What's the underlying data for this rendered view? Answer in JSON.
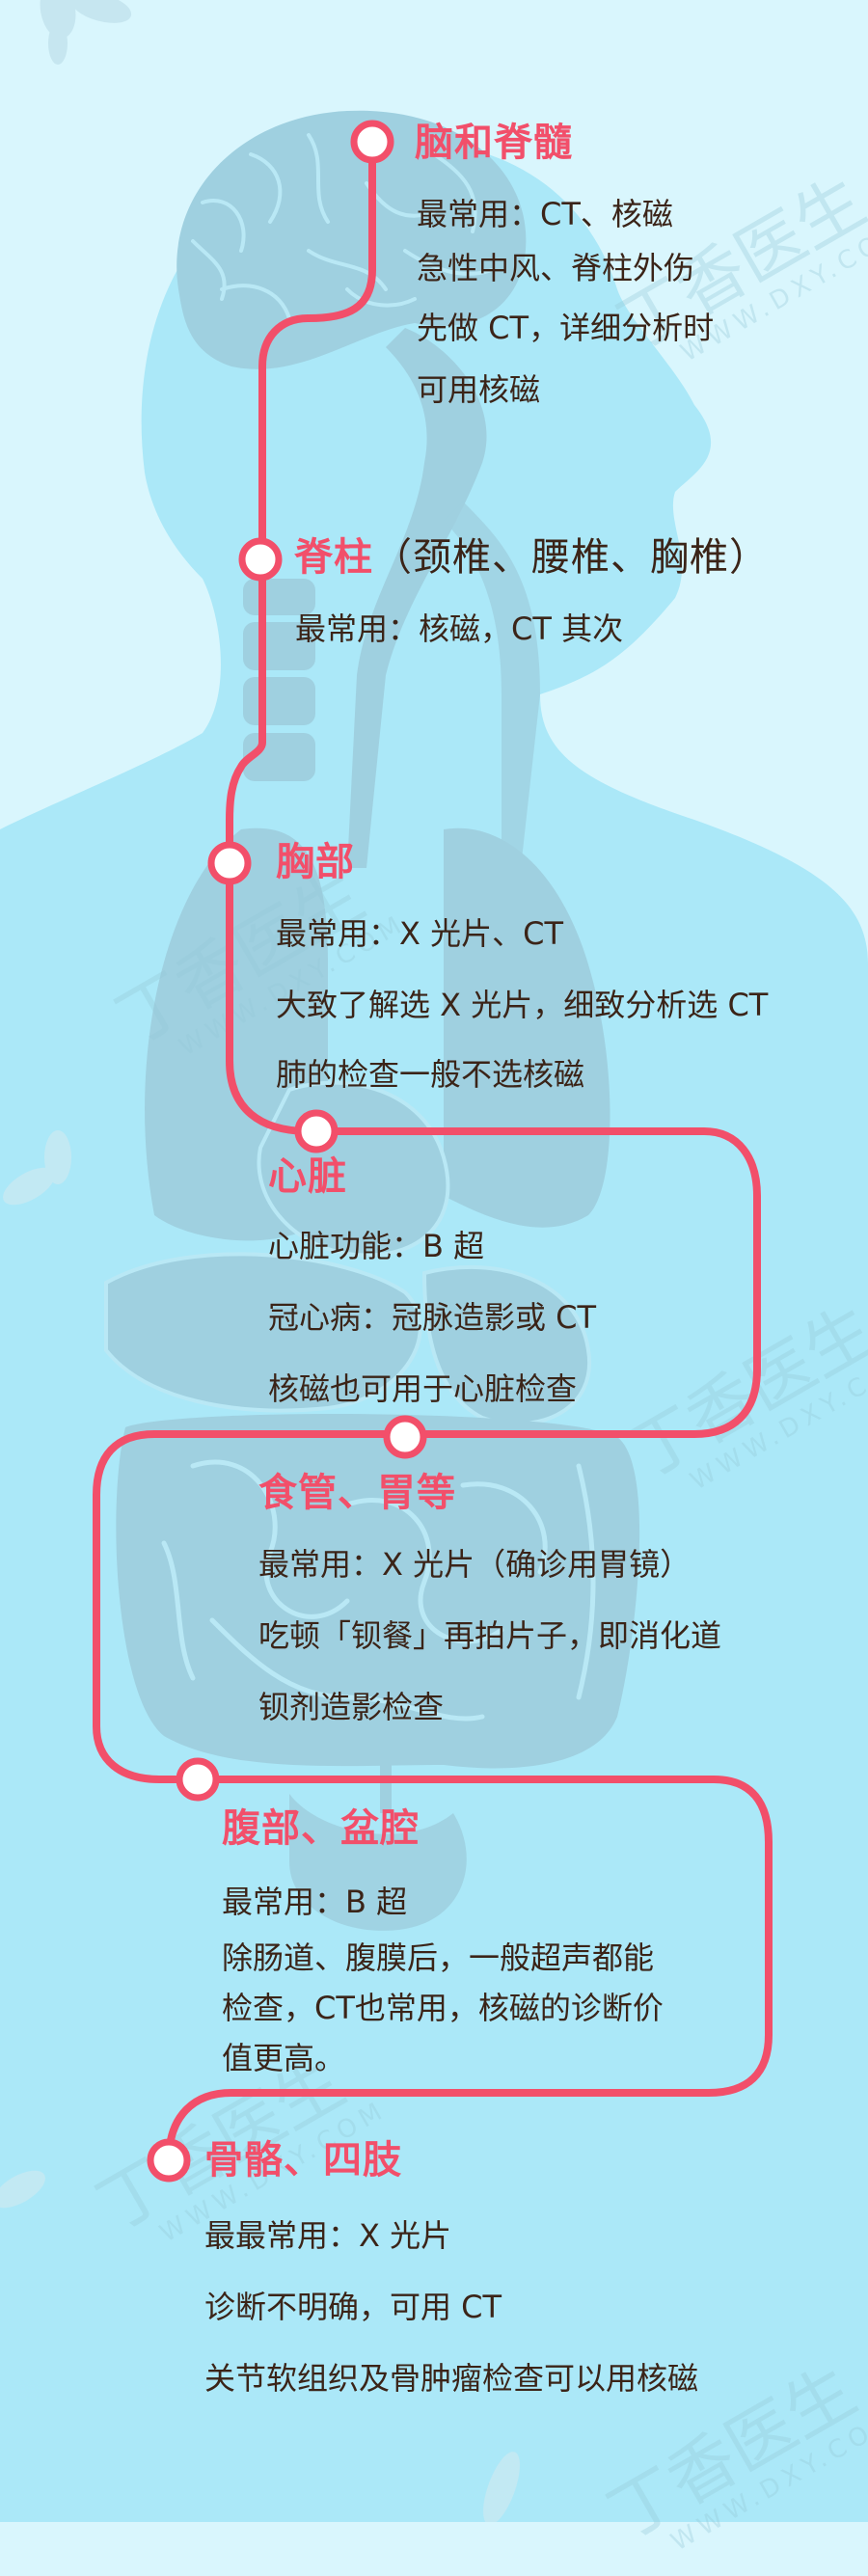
{
  "colors": {
    "background": "#d9f6fd",
    "body_silhouette": "#abe8f8",
    "organs": "#9fd0e0",
    "path": "#f24f6a",
    "title": "#f24f6a",
    "text": "#3b2418",
    "node_fill": "#ffffff"
  },
  "watermark": {
    "brand": "丁香医生",
    "url": "WWW.DXY.COM"
  },
  "sections": [
    {
      "id": "brain",
      "title": "脑和脊髓",
      "lines": [
        "最常用：CT、核磁",
        "急性中风、脊柱外伤",
        "先做 CT，详细分析时",
        "可用核磁"
      ]
    },
    {
      "id": "spine",
      "title": "脊柱",
      "title_sub": "（颈椎、腰椎、胸椎）",
      "lines": [
        "最常用：核磁，CT 其次"
      ]
    },
    {
      "id": "chest",
      "title": "胸部",
      "lines": [
        "最常用：X 光片、CT",
        "大致了解选 X 光片，细致分析选 CT",
        "肺的检查一般不选核磁"
      ]
    },
    {
      "id": "heart",
      "title": "心脏",
      "lines": [
        "心脏功能：B 超",
        "冠心病：冠脉造影或 CT",
        "核磁也可用于心脏检查"
      ]
    },
    {
      "id": "esophagus-stomach",
      "title": "食管、胃等",
      "lines": [
        "最常用：X 光片（确诊用胃镜）",
        "吃顿「钡餐」再拍片子，即消化道",
        "钡剂造影检查"
      ]
    },
    {
      "id": "abdomen-pelvis",
      "title": "腹部、盆腔",
      "lines": [
        "最常用：B 超",
        "除肠道、腹膜后，一般超声都能",
        "检查，CT也常用，核磁的诊断价",
        "值更高。"
      ]
    },
    {
      "id": "bones-limbs",
      "title": "骨骼、四肢",
      "lines": [
        "最最常用：X 光片",
        "诊断不明确，可用 CT",
        "关节软组织及骨肿瘤检查可以用核磁"
      ]
    }
  ]
}
